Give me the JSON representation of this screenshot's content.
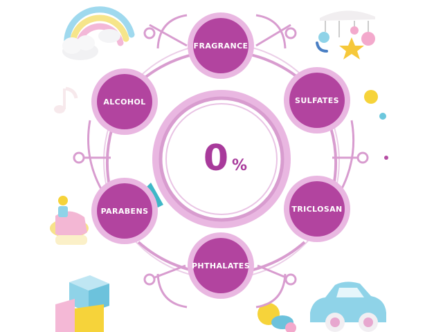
{
  "infographic": {
    "center": {
      "value": "0",
      "unit": "%"
    },
    "ingredients": [
      {
        "label": "FRAGRANCE"
      },
      {
        "label": "SULFATES"
      },
      {
        "label": "TRICLOSAN"
      },
      {
        "label": "PHTHALATES"
      },
      {
        "label": "PARABENS"
      },
      {
        "label": "ALCOHOL"
      }
    ]
  },
  "colors": {
    "ring": "#d89ccf",
    "node_fill": "#b2449f",
    "center_text": "#a83a9b",
    "accent": "#3fb7c7"
  },
  "decorations": [
    {
      "icon": "rainbow-cloud-icon"
    },
    {
      "icon": "baby-mobile-icon"
    },
    {
      "icon": "music-note-icon"
    },
    {
      "icon": "spinning-top-icon"
    },
    {
      "icon": "toy-blocks-icon"
    },
    {
      "icon": "pacifier-icon"
    },
    {
      "icon": "toy-car-icon"
    },
    {
      "icon": "yellow-ball-icon"
    }
  ]
}
